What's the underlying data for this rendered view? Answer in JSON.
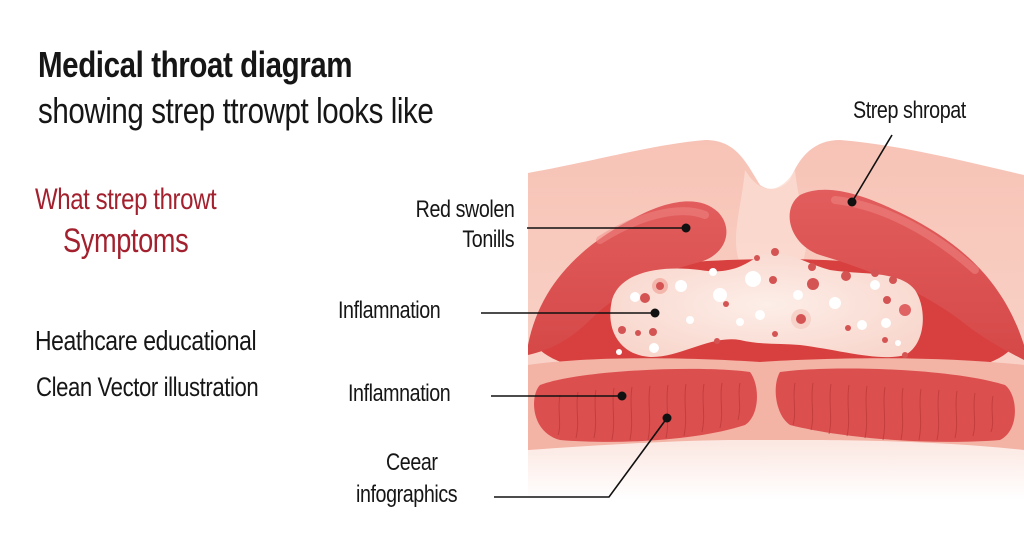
{
  "header": {
    "title_line1": "Medical throat diagram",
    "title_line2": "showing strep ttrowpt looks like"
  },
  "subtitle": {
    "line1": "What strep throwt",
    "line2": "Symptoms"
  },
  "description": {
    "line1": "Heathcare educational",
    "line2": "Clean Vector illustration"
  },
  "labels": {
    "tonsils_line1": "Red swolen",
    "tonsils_line2": "Tonills",
    "inflammation_upper": "Inflamnation",
    "inflammation_lower": "Inflamnation",
    "clear_line1": "Ceear",
    "clear_line2": "infographics",
    "strep": "Strep shropat"
  },
  "colors": {
    "accent_red": "#a3212e",
    "text_dark": "#161616",
    "tissue_light": "#f6c4b6",
    "tissue_mid": "#ef9c8e",
    "tonsil_red": "#dc4f4f",
    "exudate": "#fbe3db"
  }
}
